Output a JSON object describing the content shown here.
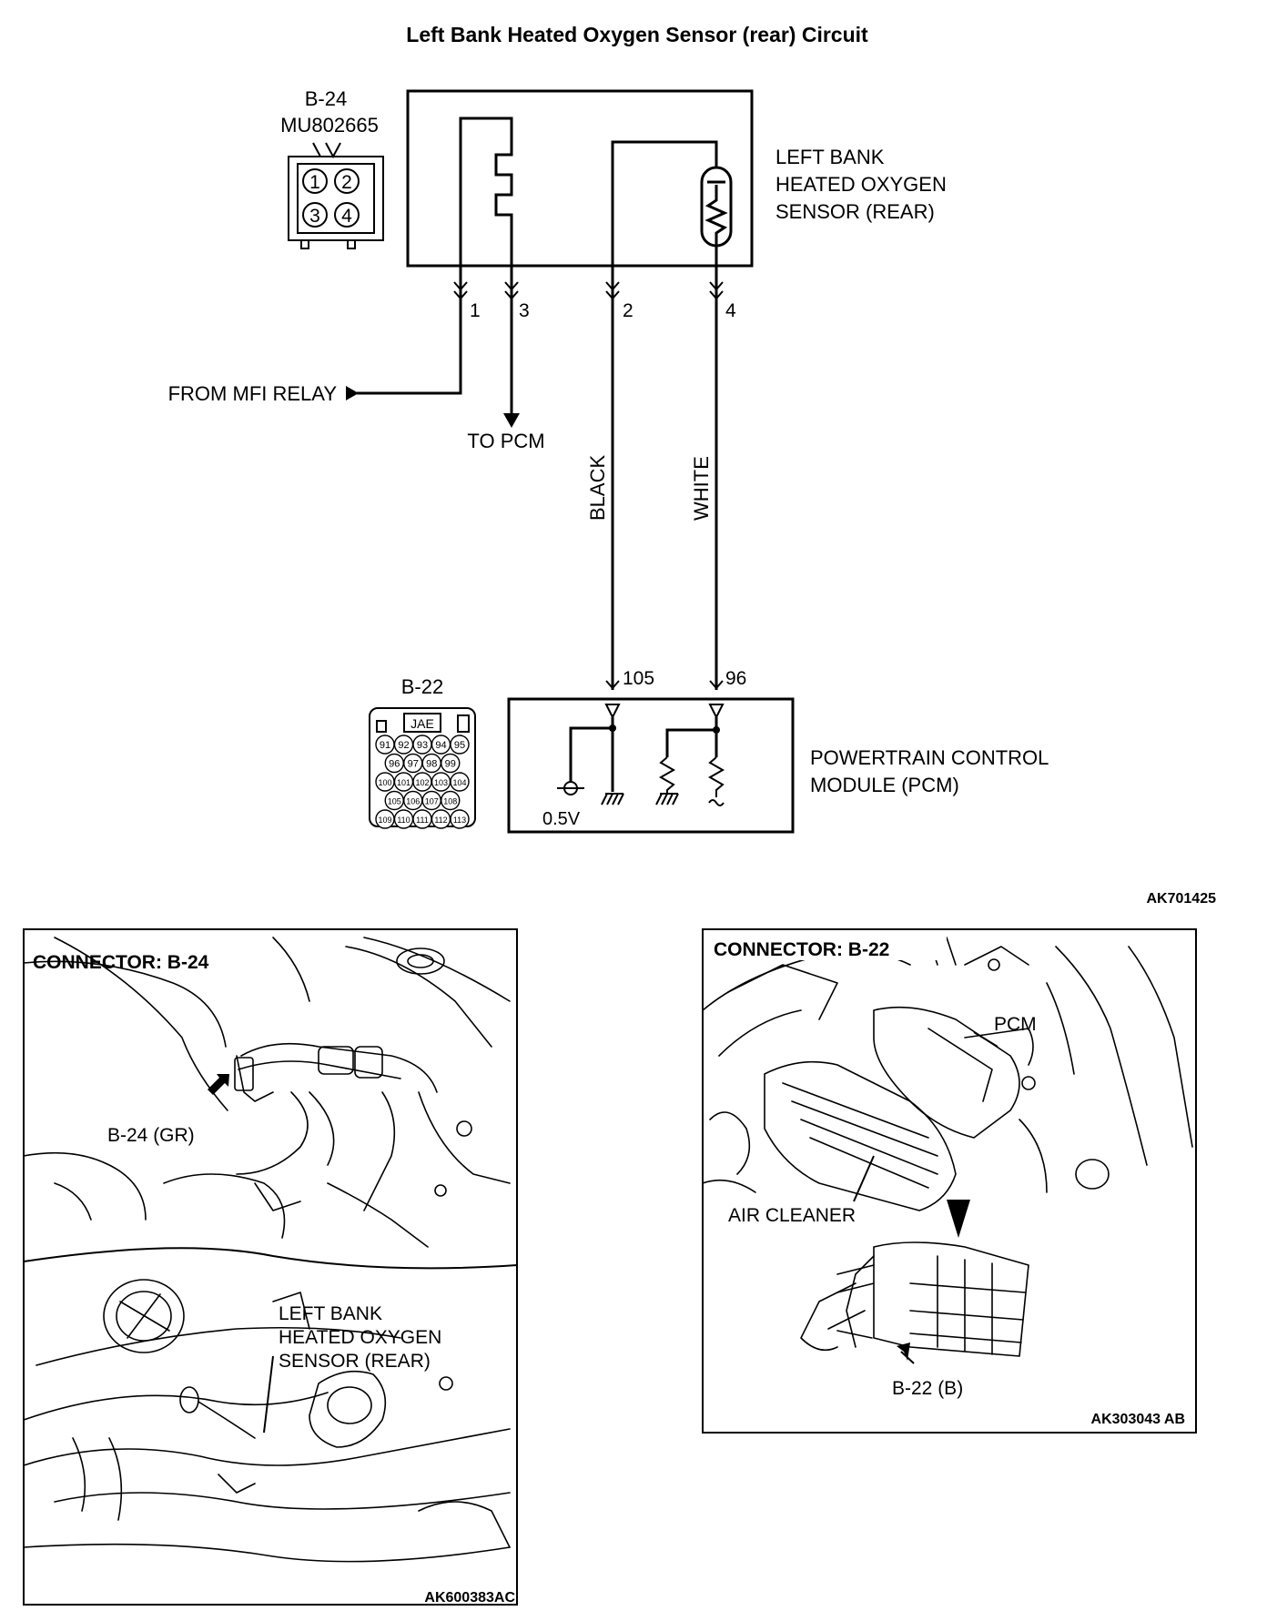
{
  "title": "Left Bank Heated Oxygen Sensor (rear) Circuit",
  "connector_b24": {
    "id": "B-24",
    "part_number": "MU802665",
    "pins": [
      "1",
      "2",
      "3",
      "4"
    ]
  },
  "sensor": {
    "label_lines": [
      "LEFT BANK",
      "HEATED OXYGEN",
      "SENSOR (REAR)"
    ],
    "pins": [
      "1",
      "3",
      "2",
      "4"
    ]
  },
  "wires": {
    "from_relay": "FROM MFI RELAY",
    "to_pcm": "TO PCM",
    "black": "BLACK",
    "white": "WHITE"
  },
  "connector_b22": {
    "id": "B-22",
    "brand": "JAE",
    "rows": [
      [
        "91",
        "92",
        "93",
        "94",
        "95"
      ],
      [
        "96",
        "97",
        "98",
        "99"
      ],
      [
        "100",
        "101",
        "102",
        "103",
        "104"
      ],
      [
        "105",
        "106",
        "107",
        "108"
      ],
      [
        "109",
        "110",
        "111",
        "112",
        "113"
      ]
    ]
  },
  "pcm": {
    "label_lines": [
      "POWERTRAIN CONTROL",
      "MODULE (PCM)"
    ],
    "pins": [
      "105",
      "96"
    ],
    "voltage": "0.5V"
  },
  "figure_codes": {
    "circuit": "AK701425",
    "left_photo": "AK600383AC",
    "right_photo": "AK303043 AB"
  },
  "left_panel": {
    "heading": "CONNECTOR: B-24",
    "callout": "B-24 (GR)",
    "sensor_lines": [
      "LEFT BANK",
      "HEATED OXYGEN",
      "SENSOR (REAR)"
    ]
  },
  "right_panel": {
    "heading": "CONNECTOR: B-22",
    "pcm_label": "PCM",
    "air_cleaner": "AIR CLEANER",
    "callout": "B-22 (B)"
  }
}
